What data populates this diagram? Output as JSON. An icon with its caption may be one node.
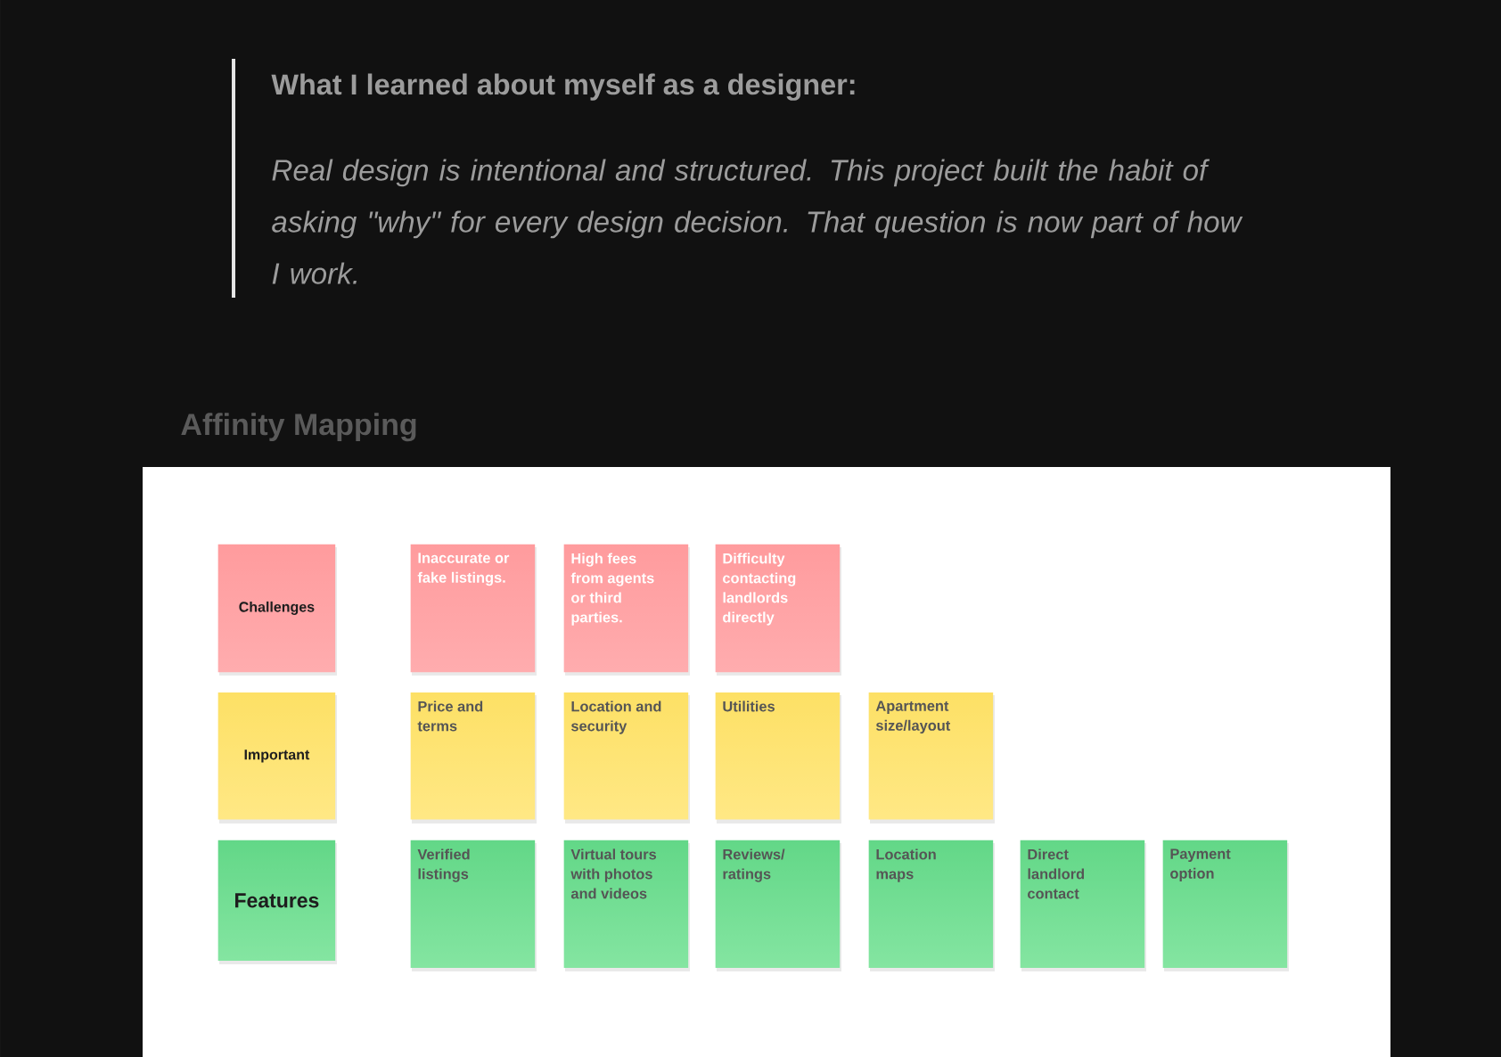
{
  "diagram": {
    "title": "Affinity Mapping",
    "nodes": [
      {
        "text": [
          "Challenges"
        ]
      },
      {
        "text": [
          "Inaccurate or fake listings."
        ]
      },
      {
        "text": [
          "High fees from agents or third parties."
        ]
      },
      {
        "text": [
          "Difficulty contacting landlords directly"
        ]
      },
      {
        "text": [
          "Important"
        ]
      },
      {
        "text": [
          "Price and terms"
        ]
      },
      {
        "text": [
          "Location and security"
        ]
      },
      {
        "text": [
          "Utilities"
        ]
      },
      {
        "text": [
          "Apartment size/layout"
        ]
      },
      {
        "text": [
          "Features"
        ]
      },
      {
        "text": [
          "Verified listings"
        ]
      },
      {
        "text": [
          "Virtual tours with photos and videos"
        ]
      },
      {
        "text": [
          "Reviews/ ratings"
        ]
      },
      {
        "text": [
          "Location maps"
        ]
      },
      {
        "text": [
          "Direct landlord contact"
        ]
      },
      {
        "text": [
          "Payment option"
        ]
      }
    ],
    "labels": [
      "What I learned about myself as a designer:",
      "Real design is intentional and structured. This project built the habit of asking \"why\" for every design decision. That question is now part of how I work."
    ]
  }
}
